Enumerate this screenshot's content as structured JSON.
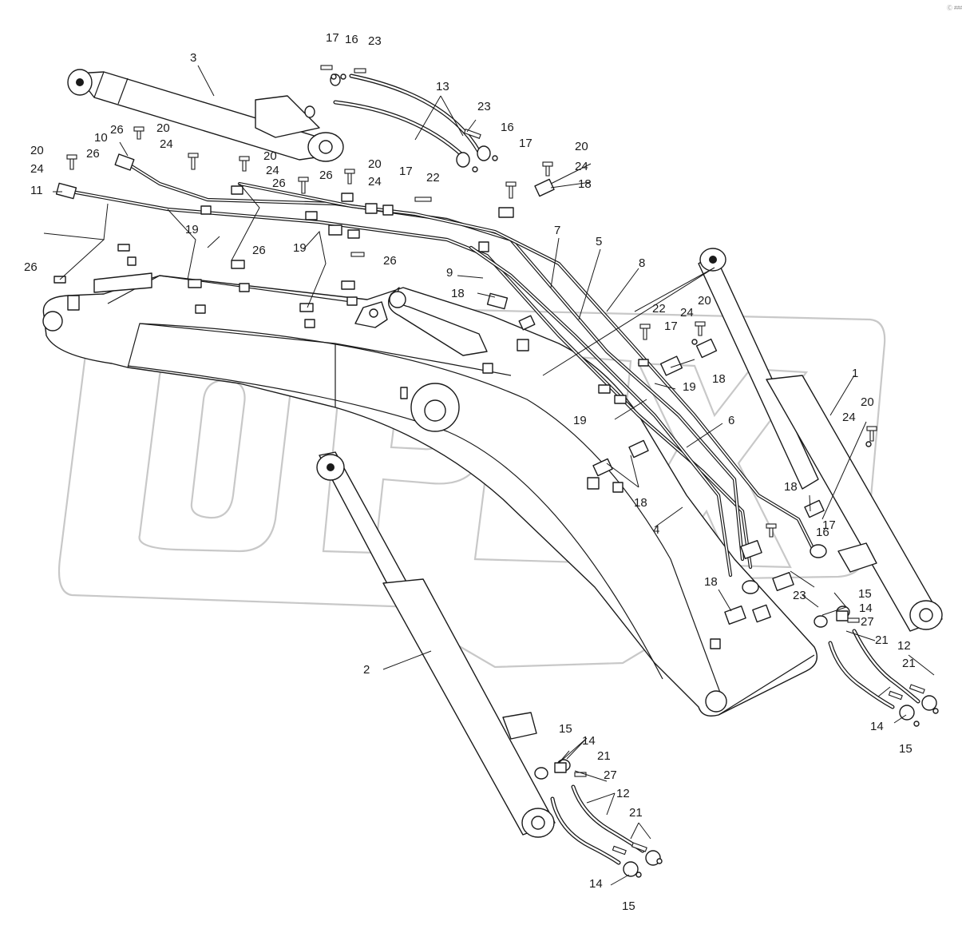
{
  "corner_stamp": "Ⓒ ###",
  "watermark_text": "OPEX",
  "callouts": [
    {
      "id": "c1",
      "text": "17"
    },
    {
      "id": "c2",
      "text": "16"
    },
    {
      "id": "c3",
      "text": "23"
    },
    {
      "id": "c4",
      "text": "3"
    },
    {
      "id": "c5",
      "text": "13"
    },
    {
      "id": "c6",
      "text": "23"
    },
    {
      "id": "c7",
      "text": "16"
    },
    {
      "id": "c8",
      "text": "17"
    },
    {
      "id": "c9",
      "text": "20"
    },
    {
      "id": "c10",
      "text": "24"
    },
    {
      "id": "c11",
      "text": "18"
    },
    {
      "id": "c12",
      "text": "26"
    },
    {
      "id": "c13",
      "text": "20"
    },
    {
      "id": "c14",
      "text": "10"
    },
    {
      "id": "c15",
      "text": "24"
    },
    {
      "id": "c16",
      "text": "26"
    },
    {
      "id": "c17",
      "text": "20"
    },
    {
      "id": "c18",
      "text": "24"
    },
    {
      "id": "c19",
      "text": "11"
    },
    {
      "id": "c20",
      "text": "20"
    },
    {
      "id": "c21",
      "text": "24"
    },
    {
      "id": "c22",
      "text": "26"
    },
    {
      "id": "c23",
      "text": "26"
    },
    {
      "id": "c24",
      "text": "20"
    },
    {
      "id": "c25",
      "text": "24"
    },
    {
      "id": "c26",
      "text": "17"
    },
    {
      "id": "c27",
      "text": "22"
    },
    {
      "id": "c28",
      "text": "19"
    },
    {
      "id": "c29",
      "text": "19"
    },
    {
      "id": "c30",
      "text": "26"
    },
    {
      "id": "c31",
      "text": "26"
    },
    {
      "id": "c32",
      "text": "26"
    },
    {
      "id": "c33",
      "text": "7"
    },
    {
      "id": "c34",
      "text": "5"
    },
    {
      "id": "c35",
      "text": "8"
    },
    {
      "id": "c36",
      "text": "9"
    },
    {
      "id": "c37",
      "text": "18"
    },
    {
      "id": "c38",
      "text": "22"
    },
    {
      "id": "c39",
      "text": "24"
    },
    {
      "id": "c40",
      "text": "20"
    },
    {
      "id": "c41",
      "text": "17"
    },
    {
      "id": "c42",
      "text": "18"
    },
    {
      "id": "c43",
      "text": "19"
    },
    {
      "id": "c44",
      "text": "19"
    },
    {
      "id": "c45",
      "text": "1"
    },
    {
      "id": "c46",
      "text": "20"
    },
    {
      "id": "c47",
      "text": "24"
    },
    {
      "id": "c48",
      "text": "6"
    },
    {
      "id": "c49",
      "text": "18"
    },
    {
      "id": "c50",
      "text": "18"
    },
    {
      "id": "c51",
      "text": "4"
    },
    {
      "id": "c52",
      "text": "17"
    },
    {
      "id": "c53",
      "text": "16"
    },
    {
      "id": "c54",
      "text": "23"
    },
    {
      "id": "c55",
      "text": "18"
    },
    {
      "id": "c56",
      "text": "15"
    },
    {
      "id": "c57",
      "text": "14"
    },
    {
      "id": "c58",
      "text": "27"
    },
    {
      "id": "c59",
      "text": "21"
    },
    {
      "id": "c60",
      "text": "12"
    },
    {
      "id": "c61",
      "text": "21"
    },
    {
      "id": "c62",
      "text": "2"
    },
    {
      "id": "c63",
      "text": "14"
    },
    {
      "id": "c64",
      "text": "15"
    },
    {
      "id": "c65",
      "text": "15"
    },
    {
      "id": "c66",
      "text": "14"
    },
    {
      "id": "c67",
      "text": "21"
    },
    {
      "id": "c68",
      "text": "27"
    },
    {
      "id": "c69",
      "text": "12"
    },
    {
      "id": "c70",
      "text": "21"
    },
    {
      "id": "c71",
      "text": "14"
    },
    {
      "id": "c72",
      "text": "15"
    }
  ]
}
